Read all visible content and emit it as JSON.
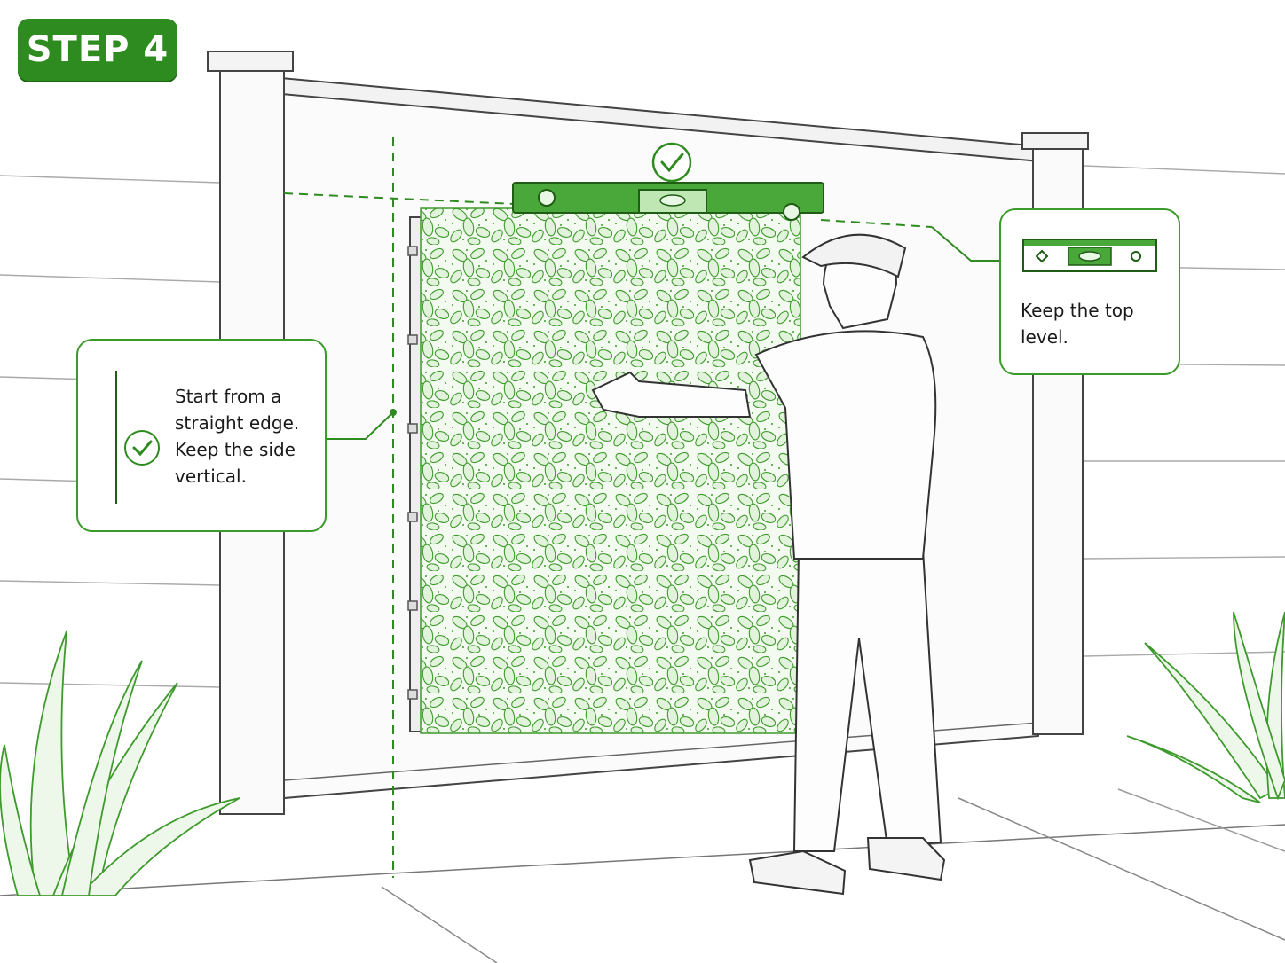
{
  "step_label": "STEP 4",
  "callouts": {
    "vertical": {
      "text": "Start from a straight edge. Keep the side vertical."
    },
    "level": {
      "text": "Keep the top level."
    }
  },
  "icons": [
    "check-circle-icon",
    "spirit-level-icon",
    "plumb-line-icon"
  ],
  "colors": {
    "accent": "#2e8b1f",
    "line": "#3a9a2a",
    "leaf": "#4aa83a"
  }
}
